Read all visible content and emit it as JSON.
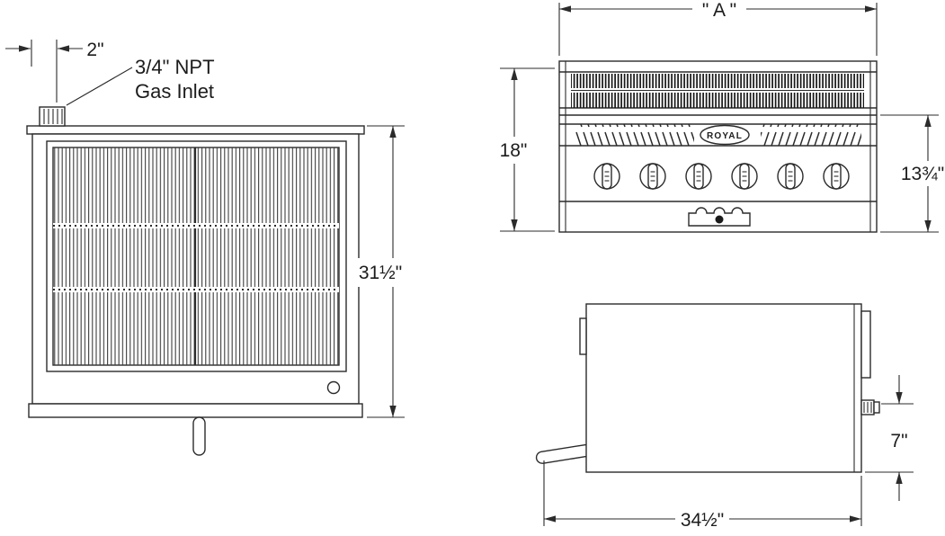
{
  "diagram": {
    "kind": "equipment-spec-drawing",
    "equipment": "gas charbroiler",
    "colors": {
      "line": "#2b2b2b",
      "text": "#1c1c1c",
      "background": "#ffffff"
    },
    "top_view": {
      "gas_inlet_offset": "2\"",
      "gas_inlet_callout_line1": "3/4\" NPT",
      "gas_inlet_callout_line2": "Gas Inlet",
      "overall_depth": "31½\""
    },
    "front_view": {
      "overall_width": "\" A \"",
      "overall_height": "18\"",
      "front_panel_height": "13¾\"",
      "brand_label": "ROYAL",
      "burner_knob_count": 6
    },
    "side_view": {
      "gas_valve_height": "7\"",
      "overall_depth_with_handle": "34½\""
    }
  }
}
